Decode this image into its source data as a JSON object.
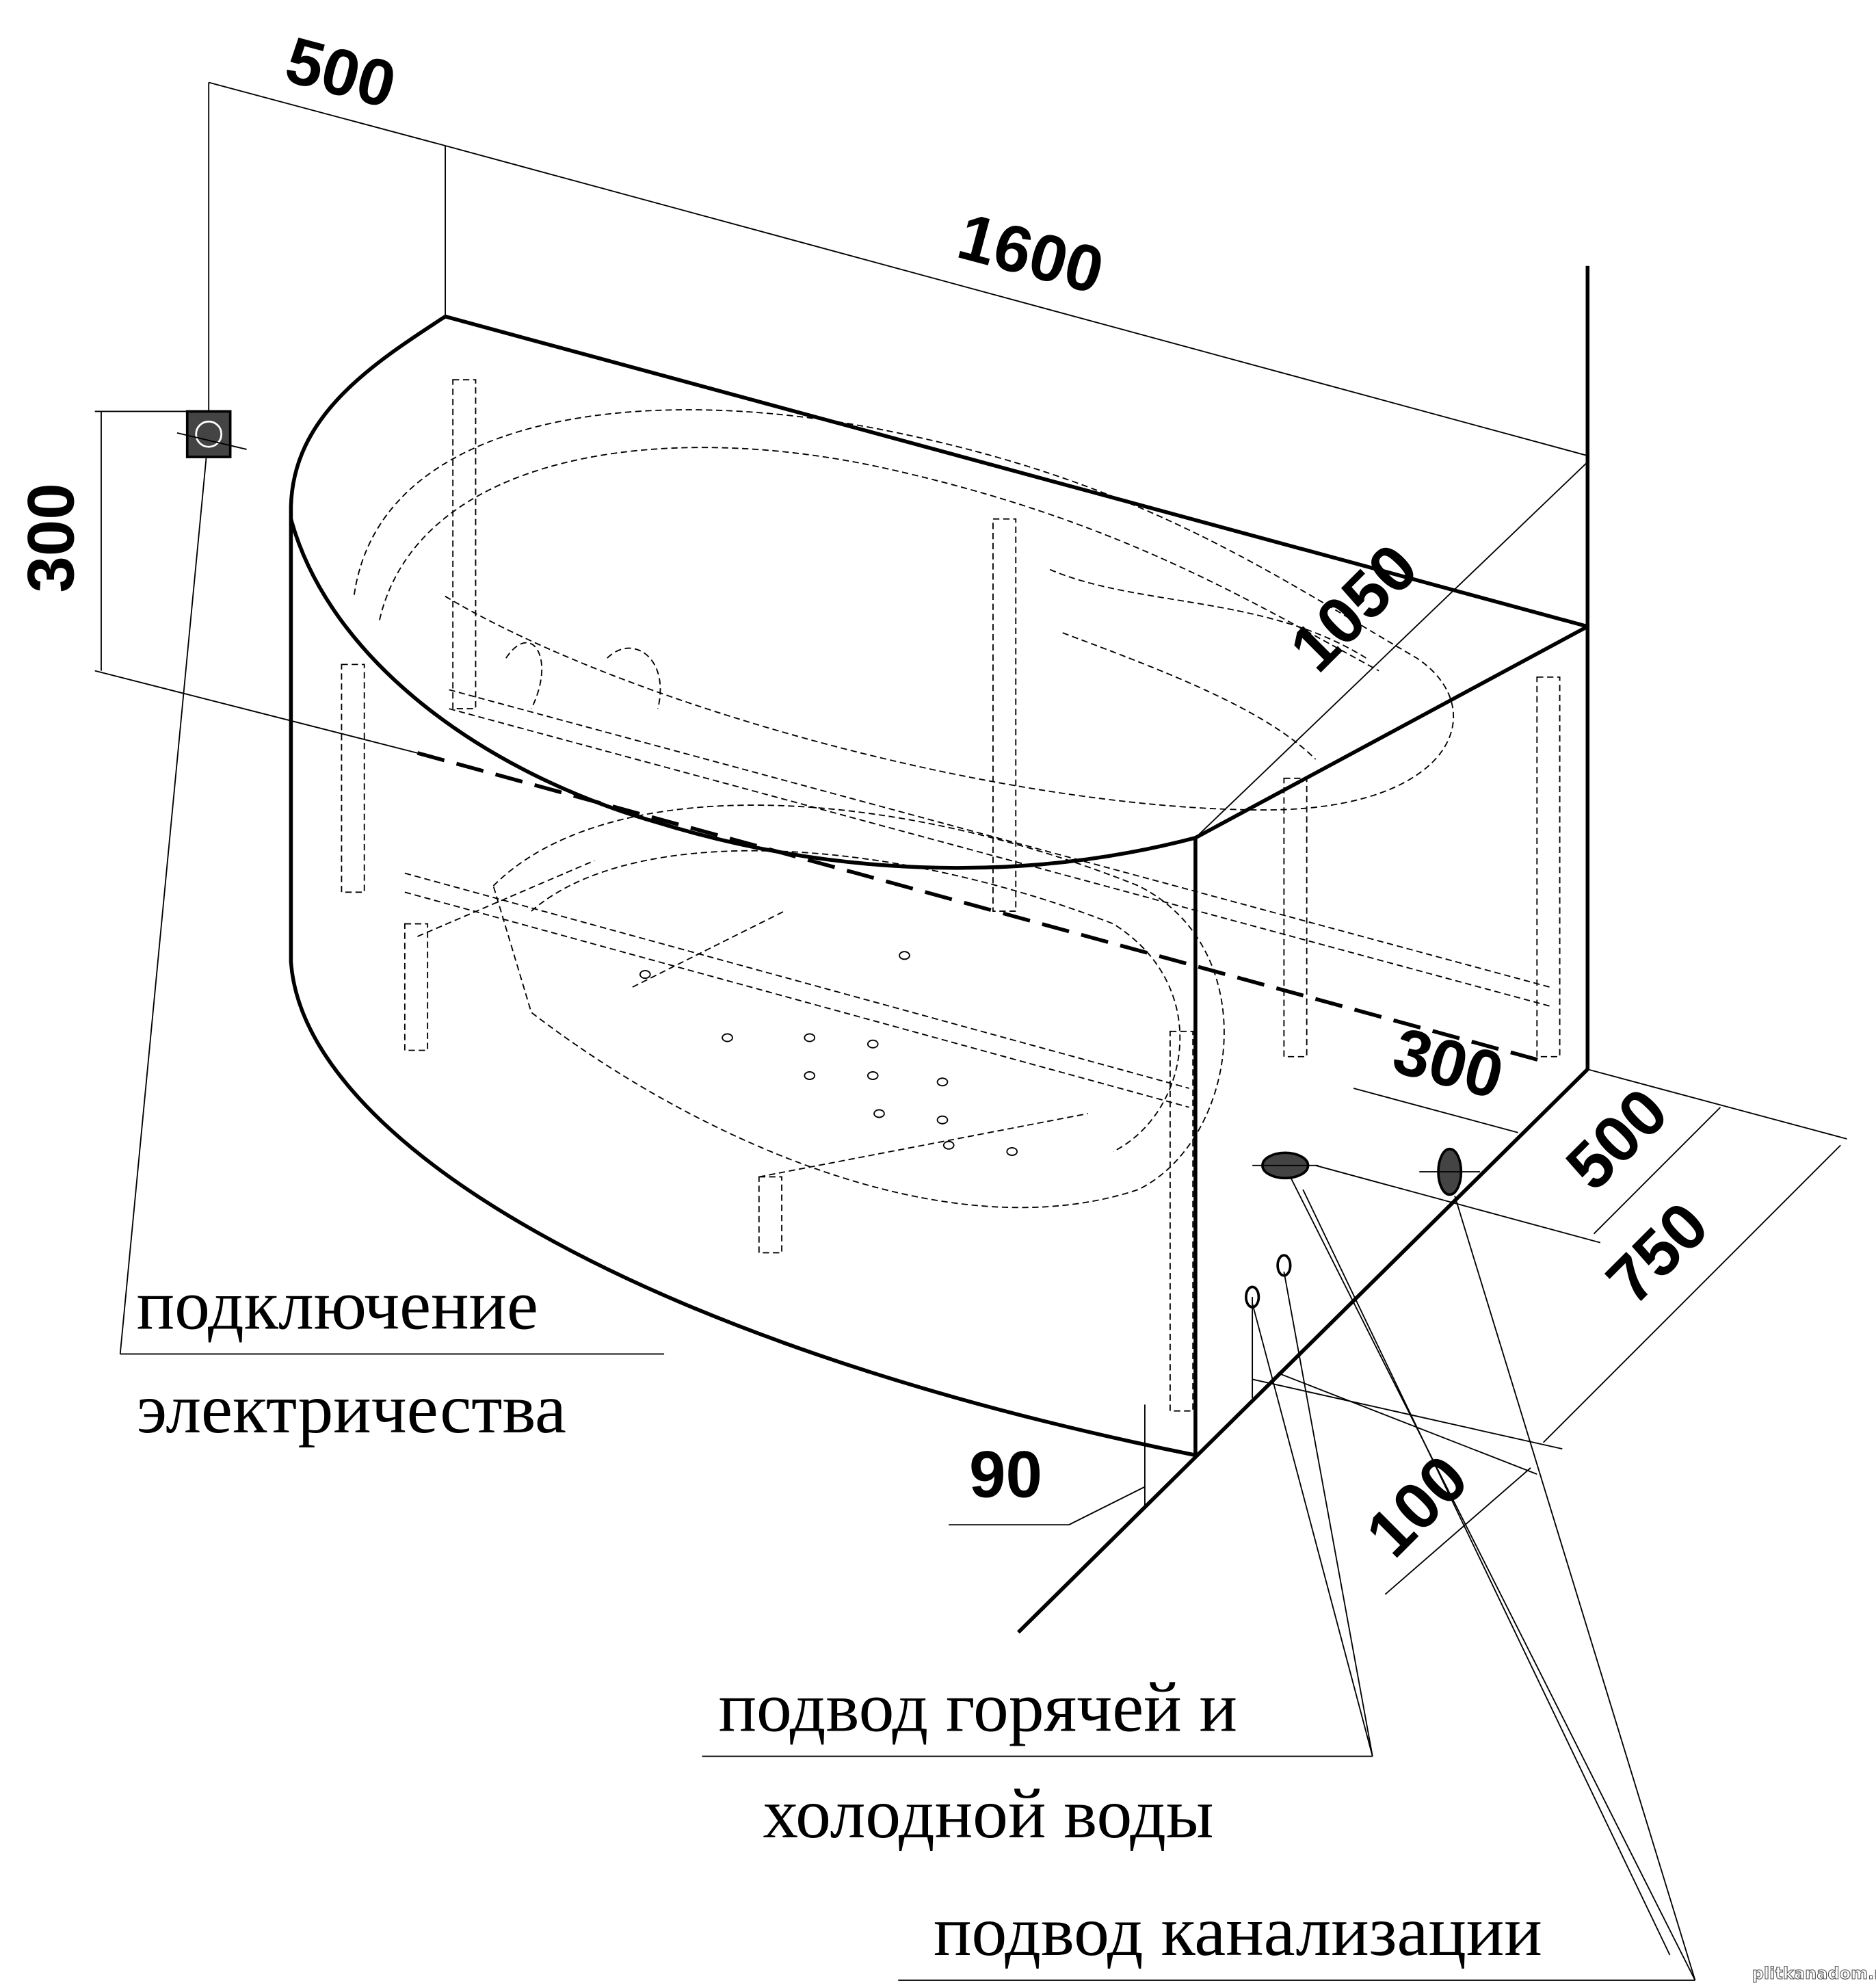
{
  "dimensions": {
    "top_offset": "500",
    "length": "1600",
    "height_socket": "300",
    "diagonal": "1050",
    "drain_offset": "300",
    "side_500": "500",
    "width": "750",
    "plinth": "90",
    "pipe_offset": "100"
  },
  "labels": {
    "electric_line1": "подключение",
    "electric_line2": "электричества",
    "water_line1": "подвод горячей и",
    "water_line2": "холодной воды",
    "drain": "подвод канализации"
  },
  "watermark": "plitkanadom.ru"
}
